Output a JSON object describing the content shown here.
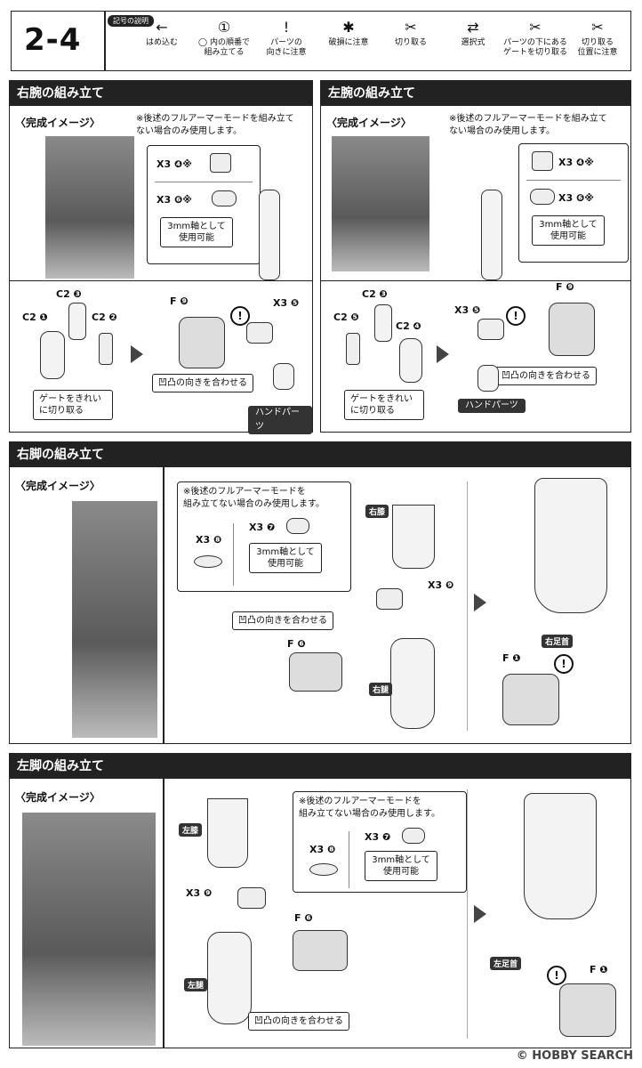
{
  "step": "2-4",
  "legend": {
    "title": "記号の説明",
    "items": [
      {
        "icon": "←",
        "label": "はめ込む"
      },
      {
        "icon": "①",
        "label": "◯ 内の順番で\n組み立てる"
      },
      {
        "icon": "!",
        "label": "パーツの\n向きに注意"
      },
      {
        "icon": "✱",
        "label": "破損に注意"
      },
      {
        "icon": "✂",
        "label": "切り取る"
      },
      {
        "icon": "⇄",
        "label": "選択式"
      },
      {
        "icon": "✂",
        "label": "パーツの下にある\nゲートを切り取る"
      },
      {
        "icon": "✂",
        "label": "切り取る\n位置に注意"
      }
    ]
  },
  "complete_image": "〈完成イメージ〉",
  "note_full_armor": "※後述のフルアーマーモードを組み立て\nない場合のみ使用します。",
  "note_full_armor_leg": "※後述のフルアーマーモードを\n組み立てない場合のみ使用します。",
  "shaft_note": "3mm軸として\n使用可能",
  "align_note": "凹凸の向きを合わせる",
  "gate_note": "ゲートをきれい\nに切り取る",
  "hand_parts": "ハンドパーツ",
  "sections": {
    "right_arm": {
      "title": "右腕の組み立て"
    },
    "left_arm": {
      "title": "左腕の組み立て"
    },
    "right_leg": {
      "title": "右脚の組み立て"
    },
    "left_leg": {
      "title": "左脚の組み立て"
    }
  },
  "parts": {
    "x3_4": "X3 ❹※",
    "x3_6": "X3 ❻※",
    "x3_5": "X3 ❺",
    "x3_7": "X3 ❼",
    "x3_8": "X3 ❽",
    "x3_9": "X3 ❾",
    "c2_1": "C2 ❶",
    "c2_2": "C2 ❷",
    "c2_3": "C2 ❸",
    "c2_4": "C2 ❹",
    "c2_5": "C2 ❺",
    "f_9": "F ❾",
    "f_6": "F ❻",
    "f_1": "F ❶"
  },
  "leg_labels": {
    "right_knee": "右膝",
    "right_thigh": "右腿",
    "right_ankle": "右足首",
    "left_knee": "左膝",
    "left_thigh": "左腿",
    "left_ankle": "左足首"
  },
  "watermark": "© HOBBY SEARCH"
}
